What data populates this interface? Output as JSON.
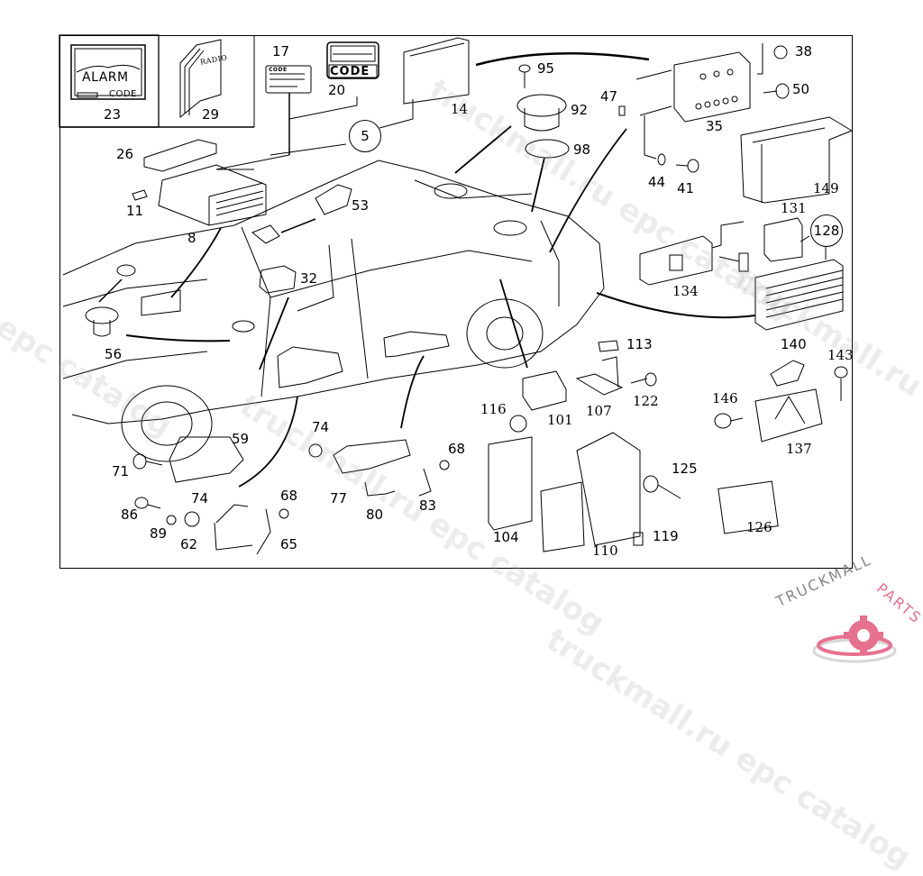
{
  "diagram": {
    "title": "Radio / audio equipment parts diagram",
    "insets": {
      "alarm_card": {
        "callout": "23",
        "line1": "ALARM",
        "line2": "CODE"
      },
      "radio_manual": {
        "callout": "29",
        "cover_text": "RADIO"
      },
      "code_card": {
        "callout": "17",
        "card_text": "CODE"
      },
      "code_display": {
        "callout": "20",
        "display_text": "CODE"
      }
    },
    "callouts": [
      {
        "id": "5",
        "circled": true
      },
      {
        "id": "8"
      },
      {
        "id": "11"
      },
      {
        "id": "14"
      },
      {
        "id": "26"
      },
      {
        "id": "32"
      },
      {
        "id": "35"
      },
      {
        "id": "38"
      },
      {
        "id": "41"
      },
      {
        "id": "44"
      },
      {
        "id": "47"
      },
      {
        "id": "50"
      },
      {
        "id": "53"
      },
      {
        "id": "56"
      },
      {
        "id": "59"
      },
      {
        "id": "62"
      },
      {
        "id": "65"
      },
      {
        "id": "68"
      },
      {
        "id": "68"
      },
      {
        "id": "71"
      },
      {
        "id": "74"
      },
      {
        "id": "74"
      },
      {
        "id": "77"
      },
      {
        "id": "80"
      },
      {
        "id": "83"
      },
      {
        "id": "86"
      },
      {
        "id": "89"
      },
      {
        "id": "92"
      },
      {
        "id": "95"
      },
      {
        "id": "98"
      },
      {
        "id": "101"
      },
      {
        "id": "104"
      },
      {
        "id": "107"
      },
      {
        "id": "110"
      },
      {
        "id": "113"
      },
      {
        "id": "116"
      },
      {
        "id": "119"
      },
      {
        "id": "122"
      },
      {
        "id": "125"
      },
      {
        "id": "126"
      },
      {
        "id": "128",
        "circled": true
      },
      {
        "id": "131"
      },
      {
        "id": "134"
      },
      {
        "id": "137"
      },
      {
        "id": "140"
      },
      {
        "id": "143"
      },
      {
        "id": "146"
      },
      {
        "id": "149"
      }
    ]
  },
  "watermarks": [
    "truckmall.ru epc catalog",
    "truckmall.ru epc catalog",
    "l epc catalog",
    "truckmall.ru epc catalog",
    "truckmall.ru e"
  ],
  "logo": {
    "text_dark": "TRUCKMALL",
    "text_accent": "PARTS",
    "accent_color": "#e8708f"
  }
}
